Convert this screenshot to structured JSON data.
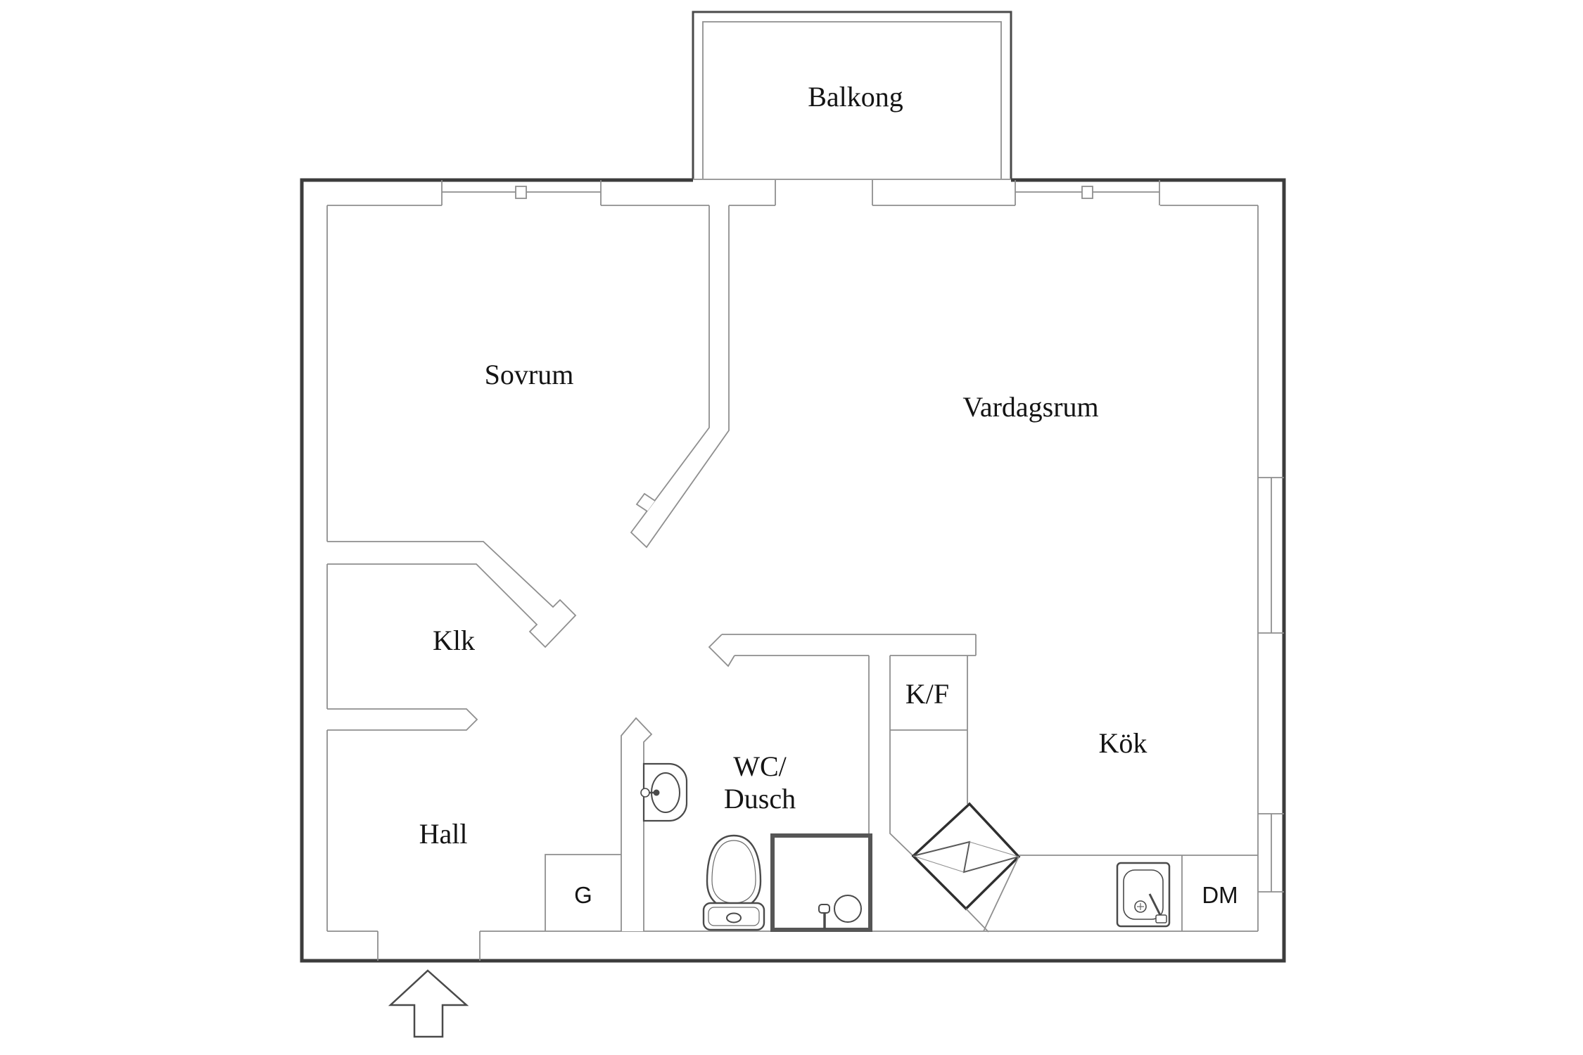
{
  "title": "Apartment floor plan",
  "colors": {
    "background": "#ffffff",
    "outer_wall": "#3c3c3c",
    "inner_wall": "#8f8f8f",
    "fixture_line": "#4a4a4a",
    "text": "#141414"
  },
  "rooms": {
    "balcony": "Balkong",
    "bedroom": "Sovrum",
    "living_room": "Vardagsrum",
    "walk_in_closet": "Klk",
    "hall": "Hall",
    "wc_line1": "WC/",
    "wc_line2": "Dusch",
    "fridge_freezer": "K/F",
    "kitchen": "Kök",
    "wardrobe": "G",
    "dishwasher": "DM"
  },
  "icons": {
    "entrance_arrow": "entrance-direction-arrow",
    "shaft_symbol": "duct-shaft-diamond",
    "windows": "window-with-mullion",
    "kitchen_sink": "kitchen-sink",
    "wc_sink": "washbasin",
    "toilet": "toilet",
    "shower": "shower-cabin"
  }
}
